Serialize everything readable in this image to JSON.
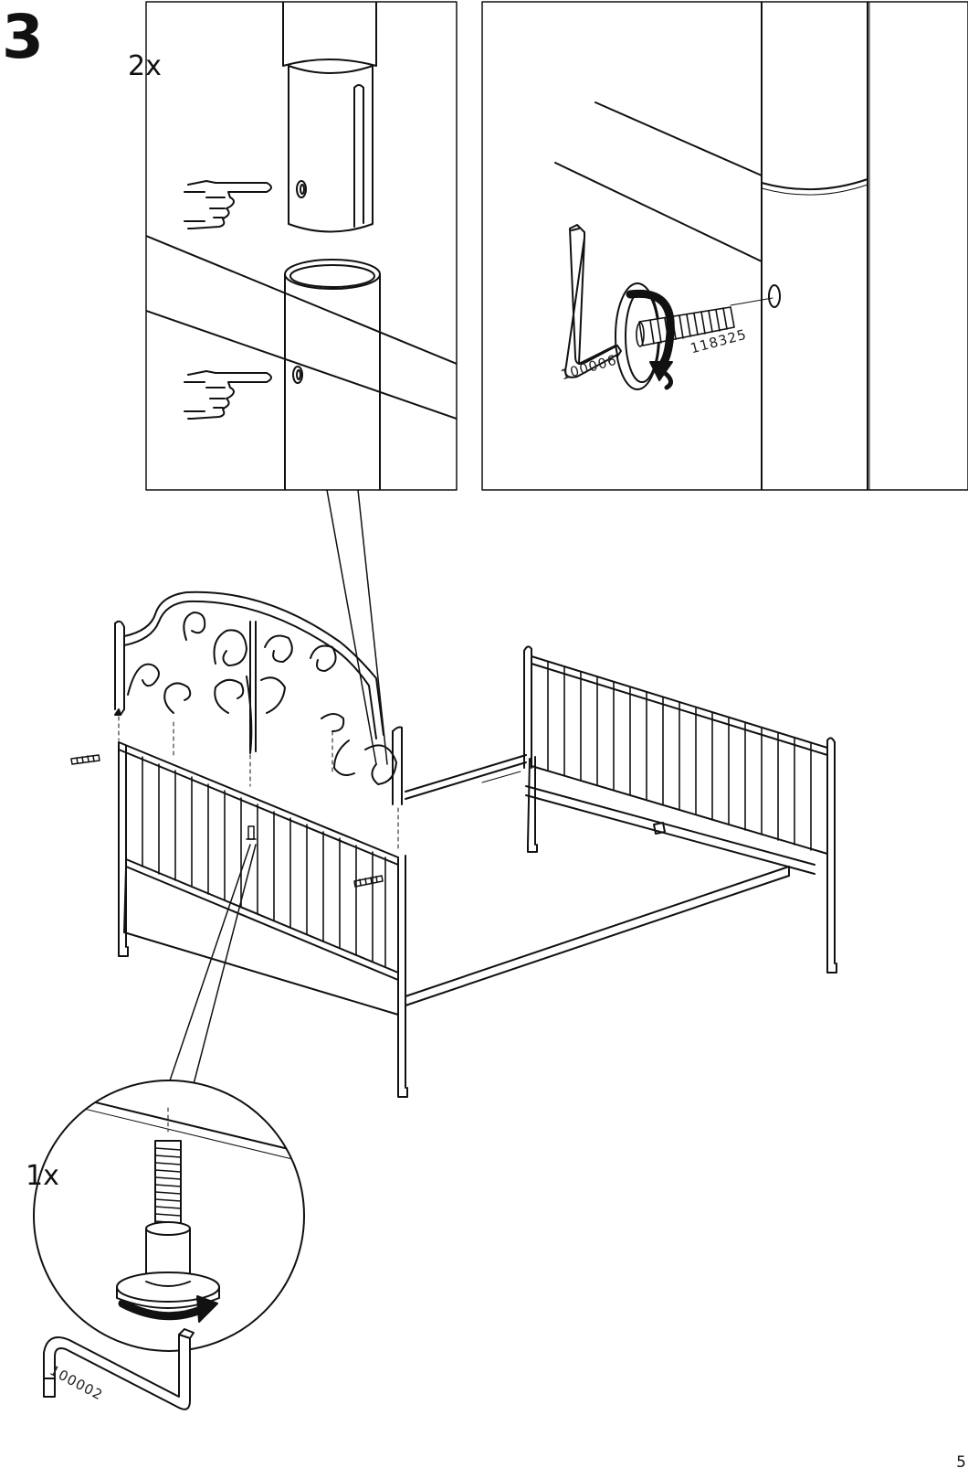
{
  "step": {
    "number": "3",
    "quantity_top": "2x",
    "quantity_detail": "1x"
  },
  "parts": {
    "allen_key_top": "100006",
    "bolt": "118325",
    "allen_key_bottom": "100002"
  },
  "page": {
    "number": "5"
  },
  "icons": {
    "pointing_hand": "pointing-hand-icon",
    "rotate_arrow": "rotate-arrow-icon"
  },
  "colors": {
    "line": "#111111",
    "background": "#ffffff"
  }
}
